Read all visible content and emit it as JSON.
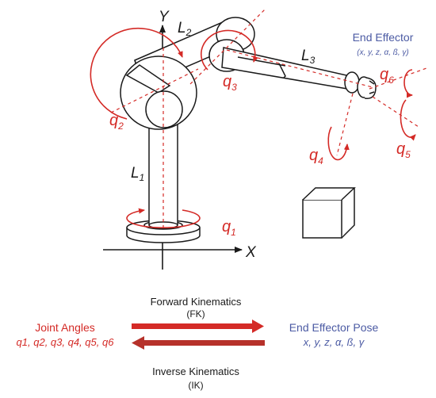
{
  "colors": {
    "red": "#d42a26",
    "dark_red": "#b6312a",
    "blue": "#4b5aa3",
    "black": "#1a1a1a"
  },
  "robot": {
    "axis_y": "Y",
    "axis_x": "X",
    "links": {
      "l1": "L",
      "l1_sub": "1",
      "l2": "L",
      "l2_sub": "2",
      "l3": "L",
      "l3_sub": "3"
    },
    "joints": [
      {
        "base": "q",
        "sub": "1"
      },
      {
        "base": "q",
        "sub": "2"
      },
      {
        "base": "q",
        "sub": "3"
      },
      {
        "base": "q",
        "sub": "4"
      },
      {
        "base": "q",
        "sub": "5"
      },
      {
        "base": "q",
        "sub": "6"
      }
    ],
    "end_effector": {
      "title": "End Effector",
      "coords": "(x, y, z, α, ß, γ)"
    }
  },
  "kinematics": {
    "forward": {
      "title": "Forward Kinematics",
      "abbr": "(FK)"
    },
    "inverse": {
      "title": "Inverse Kinematics",
      "abbr": "(IK)"
    },
    "joint_angles": {
      "title": "Joint Angles",
      "values": "q1, q2, q3, q4, q5, q6"
    },
    "end_effector_pose": {
      "title": "End Effector Pose",
      "values": "x, y, z, α, ß, γ"
    }
  }
}
